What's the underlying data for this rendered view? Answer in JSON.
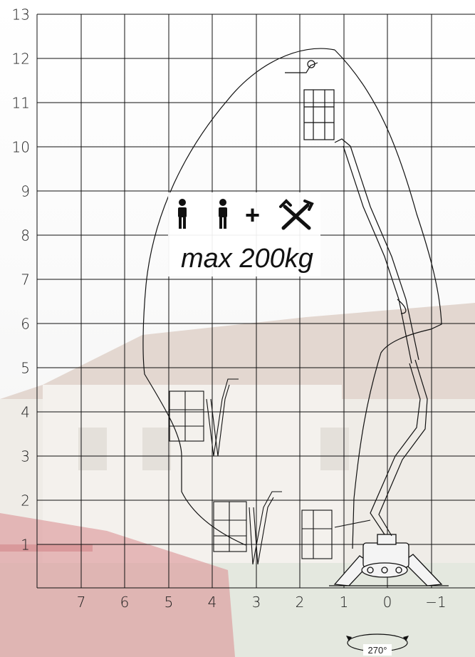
{
  "diagram": {
    "y_axis": {
      "labels": [
        "13",
        "12",
        "11",
        "10",
        "9",
        "8",
        "7",
        "6",
        "5",
        "4",
        "3",
        "2",
        "1"
      ]
    },
    "x_axis": {
      "labels": [
        "7",
        "6",
        "5",
        "4",
        "3",
        "2",
        "1",
        "0",
        "−1"
      ]
    },
    "load": {
      "capacity_text": "max 200kg",
      "plus_sign": "+",
      "icons": [
        "person-icon",
        "person-icon",
        "tools-icon"
      ]
    },
    "rotation": {
      "text": "270°"
    },
    "colors": {
      "grid": "#111111",
      "envelope": "#111111",
      "sky": "#f4f4f4",
      "building": "#d9d4cc",
      "roof": "#b89a86",
      "machine_red": "#c2474c"
    }
  }
}
